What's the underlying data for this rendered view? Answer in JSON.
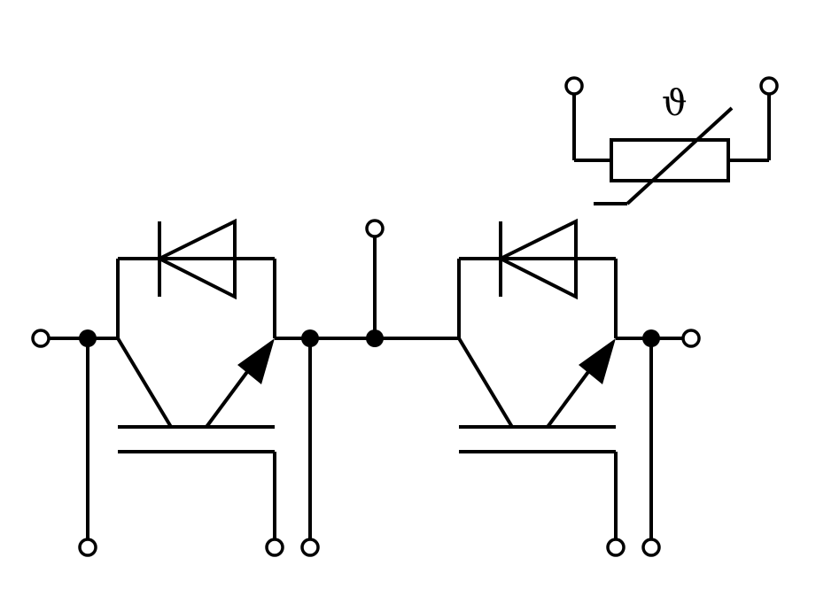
{
  "diagram": {
    "ntc_symbol": "ϑ",
    "colors": {
      "line": "#000000",
      "background": "#ffffff"
    },
    "components": [
      {
        "type": "igbt",
        "name": "igbt-left"
      },
      {
        "type": "freewheel-diode",
        "name": "diode-left"
      },
      {
        "type": "igbt",
        "name": "igbt-right"
      },
      {
        "type": "freewheel-diode",
        "name": "diode-right"
      },
      {
        "type": "ntc-thermistor",
        "name": "ntc-thermistor"
      }
    ]
  }
}
